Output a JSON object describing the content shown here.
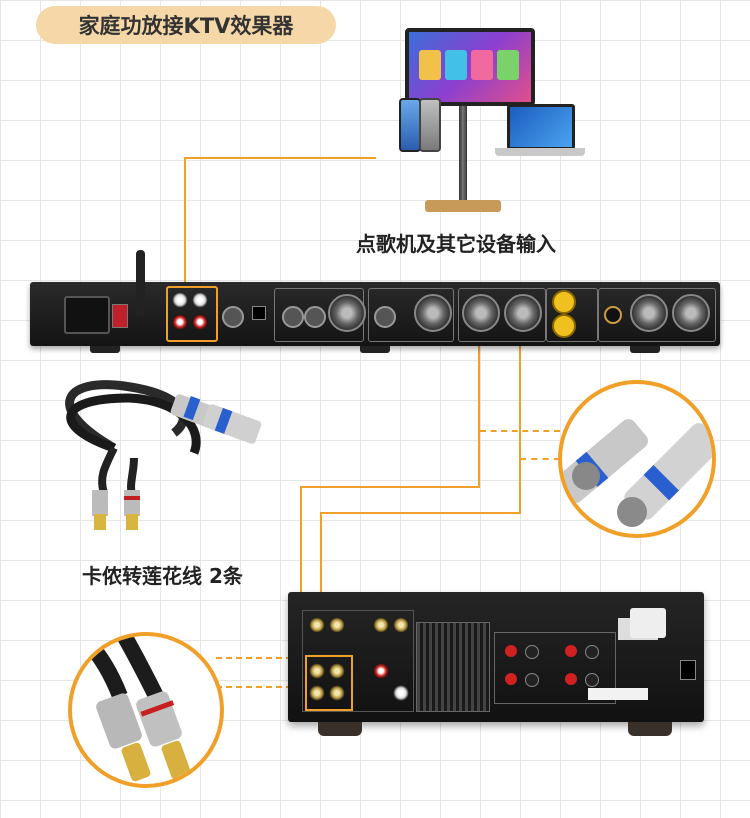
{
  "title": "家庭功放接KTV效果器",
  "labels": {
    "source_devices": "点歌机及其它设备输入",
    "cable_caption": "卡侬转莲花线 2条"
  },
  "colors": {
    "accent_line": "#f0a028",
    "title_pill": "#f6d8a8",
    "device_body": "#1a1a1a"
  },
  "icons": {
    "jukebox": "karaoke-jukebox-icon",
    "phone": "phone-icon",
    "laptop": "laptop-icon",
    "processor": "ktv-effect-processor",
    "amplifier": "home-amplifier",
    "xlr_cable": "xlr-to-rca-cable",
    "xlr_closeup": "xlr-plugs-closeup",
    "rca_closeup": "rca-plugs-closeup"
  }
}
